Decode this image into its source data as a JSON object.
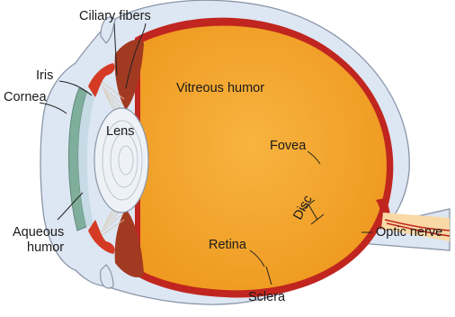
{
  "labels": {
    "ciliary_fibers": "Ciliary fibers",
    "iris": "Iris",
    "cornea": "Cornea",
    "lens": "Lens",
    "vitreous_humor": "Vitreous humor",
    "fovea": "Fovea",
    "disc": "Disc",
    "optic_nerve": "Optic nerve",
    "aqueous_humor_line1": "Aqueous",
    "aqueous_humor_line2": "humor",
    "retina": "Retina",
    "sclera": "Sclera"
  },
  "colors": {
    "background": "#ffffff",
    "sclera_fill": "#dde6f3",
    "sclera_stroke": "#8a96a8",
    "choroid": "#c0261f",
    "vitreous": "#f4a327",
    "lens": "#eef2f7",
    "cornea": "#7fae9c",
    "iris": "#d43a24",
    "ciliary_muscle": "#b8452a",
    "optic_nerve": "#f9d9a6",
    "optic_vessel": "#c0261f"
  }
}
